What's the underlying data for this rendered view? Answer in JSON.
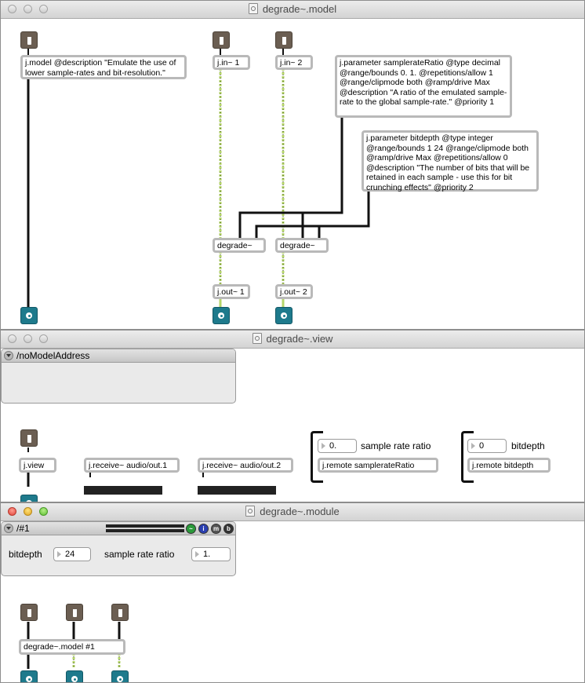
{
  "model_window": {
    "title": "degrade~.model",
    "objects": {
      "jmodel": "j.model @description \"Emulate the use of lower sample-rates and bit-resolution.\"",
      "jin1": "j.in~ 1",
      "jin2": "j.in~ 2",
      "param_sr": "j.parameter samplerateRatio @type decimal @range/bounds 0. 1. @repetitions/allow 1 @range/clipmode both @ramp/drive Max @description \"A ratio of the emulated sample-rate to the global sample-rate.\" @priority 1",
      "param_bd": "j.parameter bitdepth @type integer @range/bounds 1 24 @range/clipmode both @ramp/drive Max @repetitions/allow 0 @description \"The number of bits that will be retained in each sample - use this for bit crunching effects\" @priority 2",
      "degrade1": "degrade~",
      "degrade2": "degrade~",
      "jout1": "j.out~ 1",
      "jout2": "j.out~ 2"
    }
  },
  "view_window": {
    "title": "degrade~.view",
    "panel_title": "/noModelAddress",
    "objects": {
      "jview": "j.view",
      "recv1": "j.receive~ audio/out.1",
      "recv2": "j.receive~ audio/out.2",
      "sr_number": "0.",
      "sr_label": "sample rate ratio",
      "remote_sr": "j.remote samplerateRatio",
      "bd_number": "0",
      "bd_label": "bitdepth",
      "remote_bd": "j.remote bitdepth"
    }
  },
  "module_window": {
    "title": "degrade~.module",
    "panel_title": "/#1",
    "bitdepth_label": "bitdepth",
    "bitdepth_value": "24",
    "sr_label": "sample rate ratio",
    "sr_value": "1.",
    "buttons": [
      "m",
      "b"
    ],
    "model_instance": "degrade~.model #1"
  },
  "colors": {
    "inlet": "#6b5e52",
    "outlet": "#1e7a8c",
    "signal_wire": "#b6d66a",
    "control_wire": "#111111"
  }
}
